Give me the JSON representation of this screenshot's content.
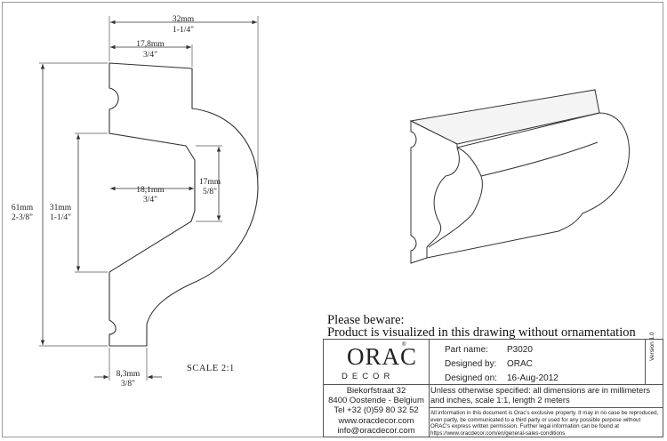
{
  "dimensions": {
    "overall_width_mm": "32mm",
    "overall_width_in": "1-1/4\"",
    "top_width_mm": "17,8mm",
    "top_width_in": "3/4\"",
    "overall_height_mm": "61mm",
    "overall_height_in": "2-3/8\"",
    "inner_height_mm": "31mm",
    "inner_height_in": "1-1/4\"",
    "inner_width_mm": "18,1mm",
    "inner_width_in": "3/4\"",
    "recess_height_mm": "17mm",
    "recess_height_in": "5/8\"",
    "base_width_mm": "8,3mm",
    "base_width_in": "3/8\""
  },
  "scale_label": "SCALE  2:1",
  "warning": {
    "line1": "Please beware:",
    "line2": "Product is visualized in this drawing without ornamentation"
  },
  "logo": {
    "word": "ORAC",
    "registered": "®",
    "subword": "DECOR"
  },
  "title_block": {
    "part_name_label": "Part name:",
    "part_name_value": "P3020",
    "designed_by_label": "Designed by:",
    "designed_by_value": "ORAC",
    "designed_on_label": "Designed on:",
    "designed_on_value": "16-Aug-2012",
    "version": "Version 1.0",
    "address": [
      "Biekorfstraat 32",
      "8400 Oostende - Belgium",
      "Tel  +32 (0)59 80 32 52",
      "www.oracdecor.com",
      "info@oracdecor.com"
    ],
    "spec_note": "Unless otherwise specified: all dimensions are in millimeters and inches, scale 1:1, length 2 meters",
    "legal_note": "All information in this document is Orac's exclusive property.  It may in no case be reproduced, even partly, be communicated to a third party or used for any possible purpose without ORAC's express written permission. Further legal information can be found at https://www.oracdecor.com/en/general-sales-conditions"
  },
  "colors": {
    "line": "#333333",
    "frame": "#9a9a9a",
    "text": "#222222"
  }
}
